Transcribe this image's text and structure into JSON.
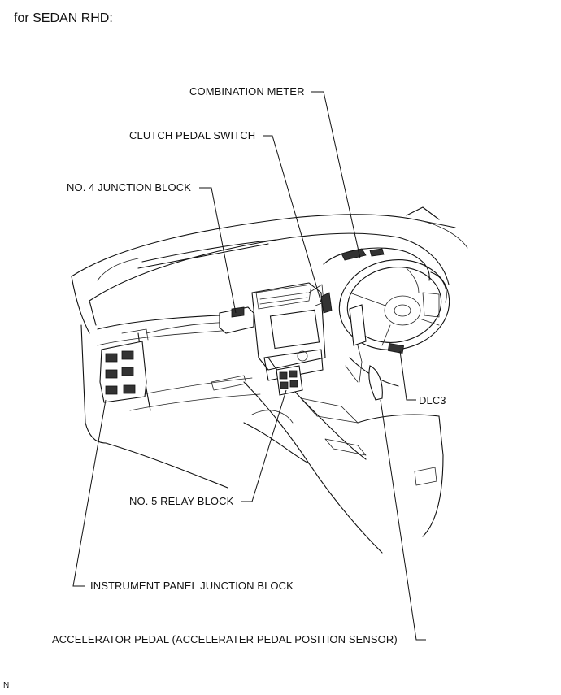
{
  "title": "for SEDAN RHD:",
  "labels": {
    "combination_meter": "COMBINATION METER",
    "clutch_pedal_switch": "CLUTCH PEDAL SWITCH",
    "no4_junction_block": "NO. 4 JUNCTION BLOCK",
    "dlc3": "DLC3",
    "no5_relay_block": "NO. 5 RELAY BLOCK",
    "instrument_panel_junction_block": "INSTRUMENT PANEL JUNCTION BLOCK",
    "accelerator_pedal": "ACCELERATOR PEDAL (ACCELERATER PEDAL POSITION SENSOR)"
  },
  "corner_mark": "N"
}
